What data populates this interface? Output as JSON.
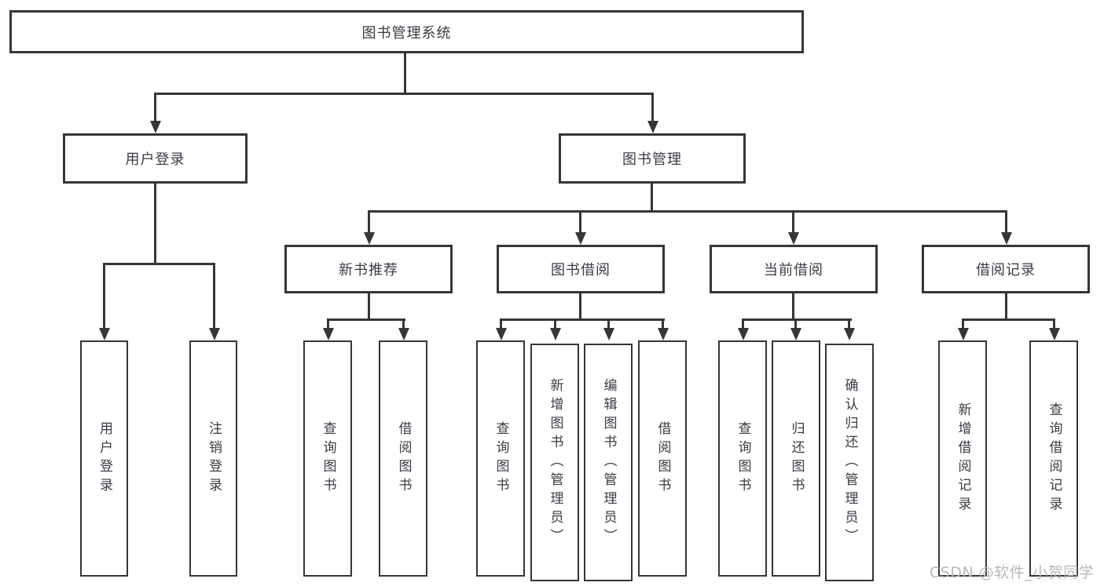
{
  "diagram_title": "图书管理系统",
  "nodes": {
    "root": {
      "label": "图书管理系统"
    },
    "user_login": {
      "label": "用户登录"
    },
    "book_mgmt": {
      "label": "图书管理"
    },
    "new_book_rec": {
      "label": "新书推荐"
    },
    "book_borrow": {
      "label": "图书借阅"
    },
    "current_borrow": {
      "label": "当前借阅"
    },
    "borrow_records": {
      "label": "借阅记录"
    },
    "leaf_login": {
      "label": "用户登录"
    },
    "leaf_logout": {
      "label": "注销登录"
    },
    "leaf_nbr_query": {
      "label": "查询图书"
    },
    "leaf_nbr_borrow": {
      "label": "借阅图书"
    },
    "leaf_bb_query": {
      "label": "查询图书"
    },
    "leaf_bb_add": {
      "label": "新增图书（管理员）"
    },
    "leaf_bb_edit": {
      "label": "编辑图书（管理员）"
    },
    "leaf_bb_borrow": {
      "label": "借阅图书"
    },
    "leaf_cb_query": {
      "label": "查询图书"
    },
    "leaf_cb_return": {
      "label": "归还图书"
    },
    "leaf_cb_confirm": {
      "label": "确认归还（管理员）"
    },
    "leaf_br_add": {
      "label": "新增借阅记录"
    },
    "leaf_br_query": {
      "label": "查询借阅记录"
    }
  },
  "hierarchy": {
    "图书管理系统": {
      "用户登录": [
        "用户登录",
        "注销登录"
      ],
      "图书管理": {
        "新书推荐": [
          "查询图书",
          "借阅图书"
        ],
        "图书借阅": [
          "查询图书",
          "新增图书（管理员）",
          "编辑图书（管理员）",
          "借阅图书"
        ],
        "当前借阅": [
          "查询图书",
          "归还图书",
          "确认归还（管理员）"
        ],
        "借阅记录": [
          "新增借阅记录",
          "查询借阅记录"
        ]
      }
    }
  },
  "watermark": {
    "text": "CSDN @软件_小贺同学"
  },
  "colors": {
    "line": "#363636",
    "text": "#393c41",
    "watermark": "#b9b9b9",
    "background": "#ffffff"
  }
}
